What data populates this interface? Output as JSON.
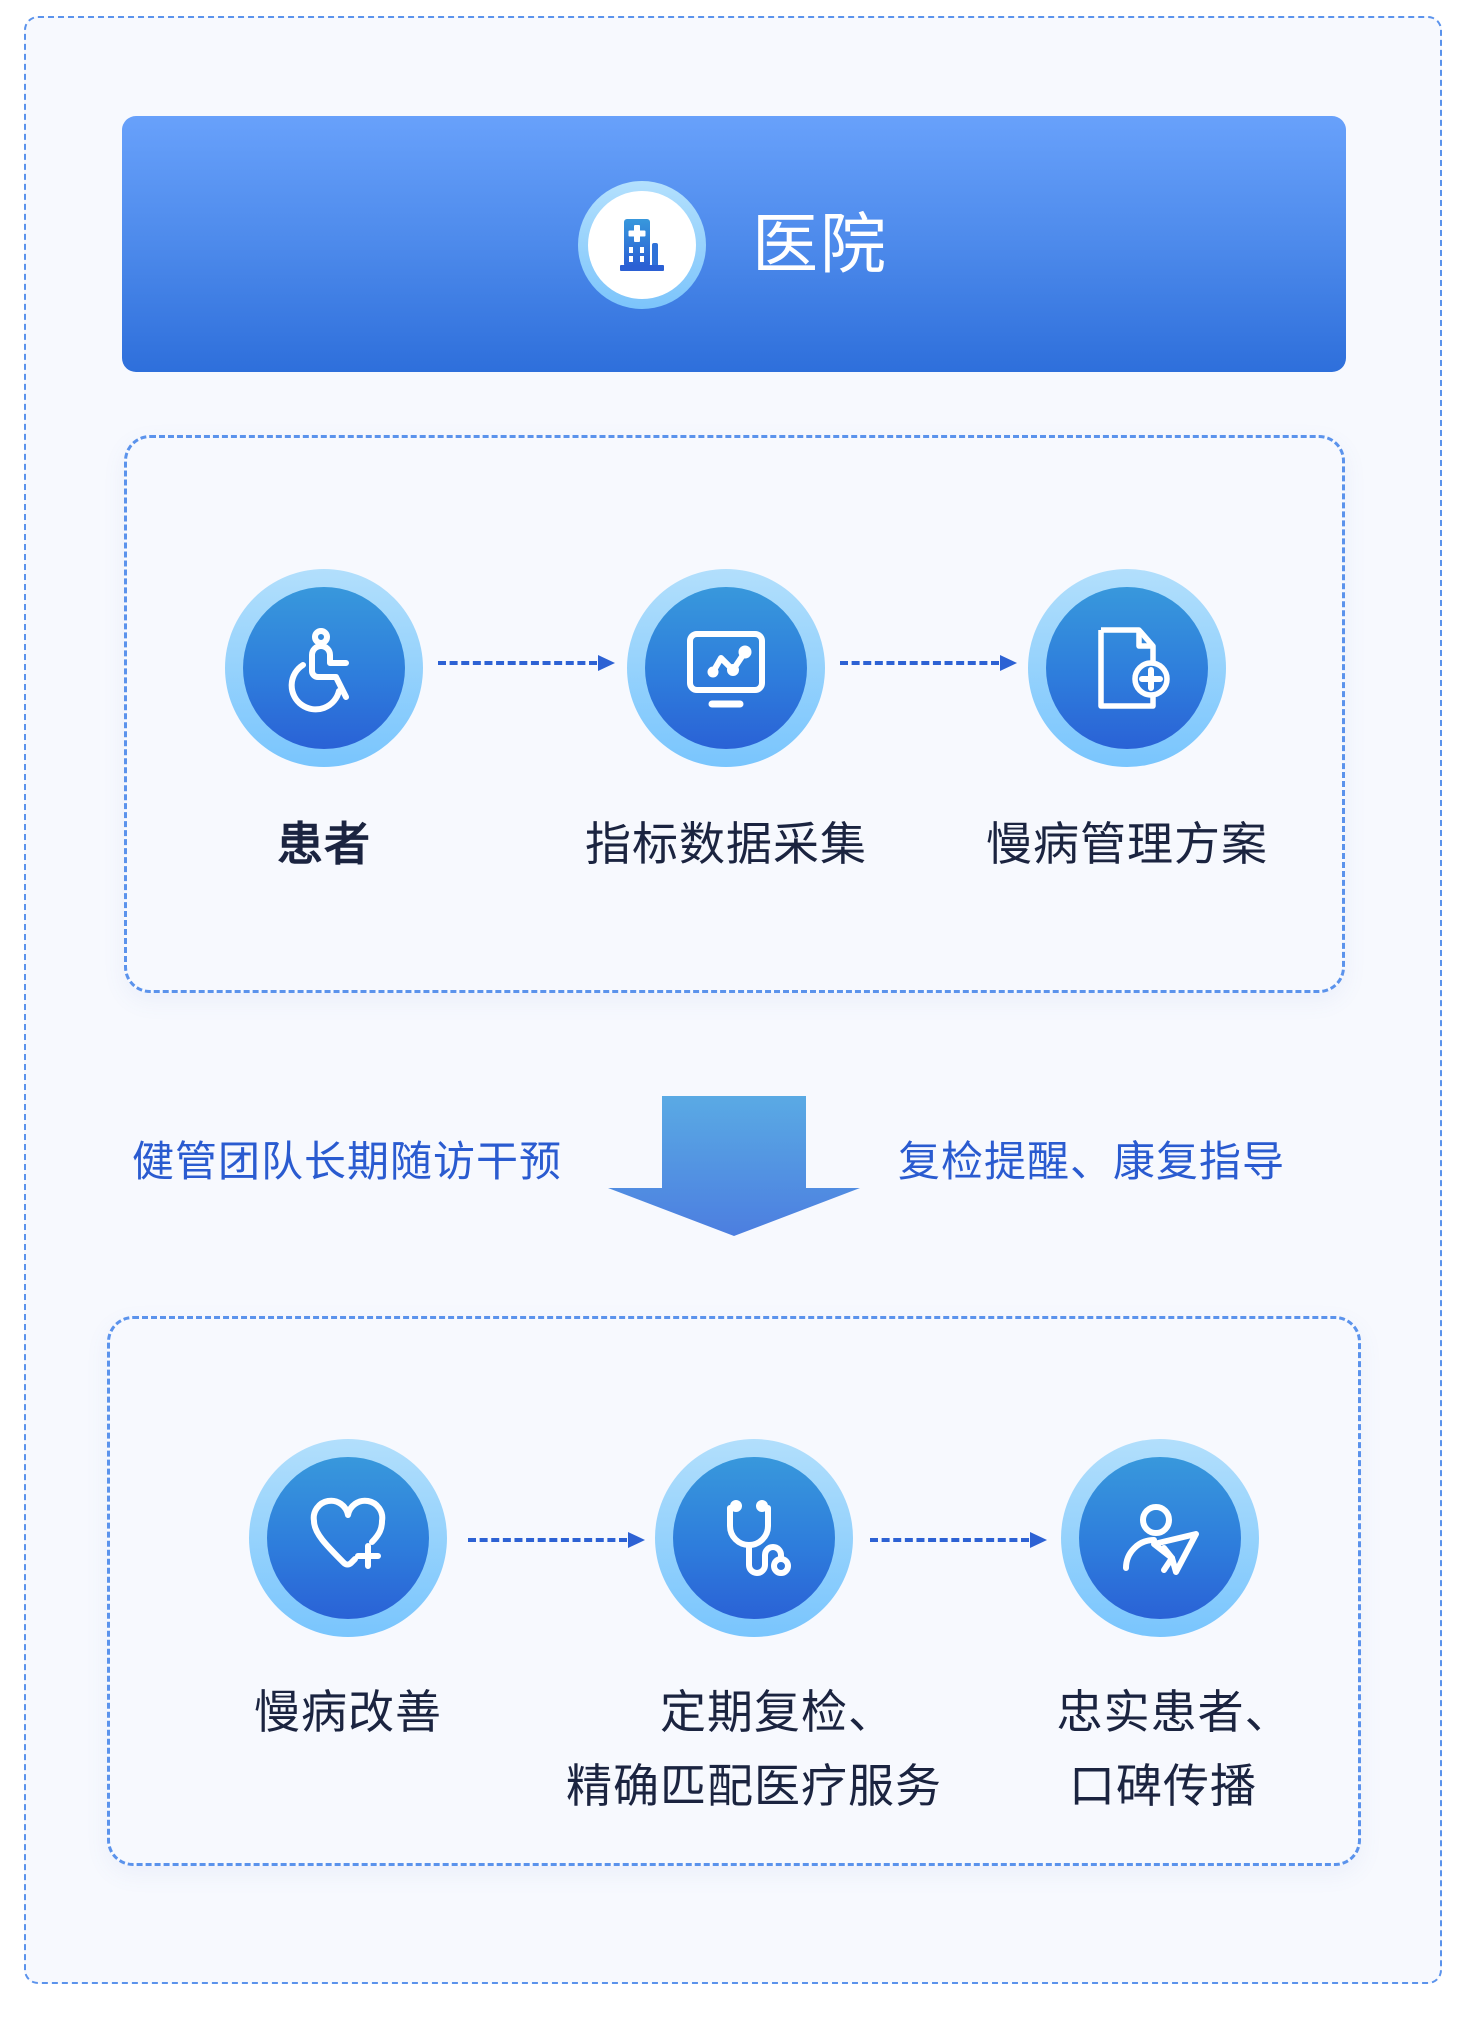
{
  "header": {
    "title": "医院",
    "icon": "hospital-building-icon"
  },
  "top_flow": {
    "nodes": [
      {
        "label": "患者",
        "icon": "wheelchair-patient-icon"
      },
      {
        "label": "指标数据采集",
        "icon": "monitor-chart-icon"
      },
      {
        "label": "慢病管理方案",
        "icon": "document-medical-plus-icon"
      }
    ]
  },
  "transition": {
    "left_text": "健管团队长期随访干预",
    "right_text": "复检提醒、康复指导",
    "icon": "down-arrow-icon"
  },
  "bottom_flow": {
    "nodes": [
      {
        "label_lines": [
          "慢病改善"
        ],
        "icon": "heart-plus-icon"
      },
      {
        "label_lines": [
          "定期复检、",
          "精确匹配医疗服务"
        ],
        "icon": "stethoscope-icon"
      },
      {
        "label_lines": [
          "忠实患者、",
          "口碑传播"
        ],
        "icon": "user-share-icon"
      }
    ]
  },
  "colors": {
    "accent_blue": "#2e6fdb",
    "header_gradient_top": "#68a1fb",
    "header_gradient_bottom": "#2e6fdb",
    "dashed_border": "#5b93ec",
    "ring_light": "#b2dffc",
    "label_dark": "#1b2440",
    "side_text_blue": "#2a5bd0",
    "background": "#f7f9fe"
  }
}
